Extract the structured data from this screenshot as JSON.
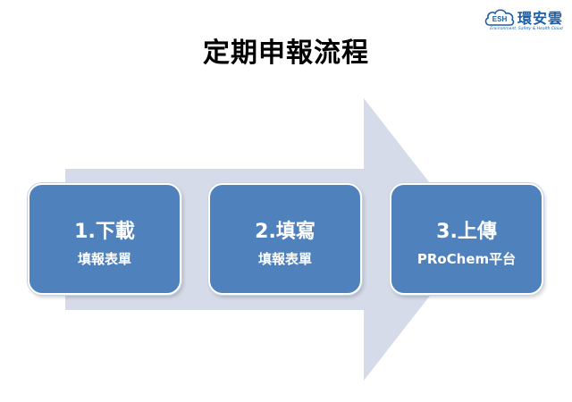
{
  "logo": {
    "badge_text": "ESH",
    "brand_text": "環安雲",
    "tagline": "Environment, Safety & Health Cloud"
  },
  "page_title": "定期申報流程",
  "steps": [
    {
      "title": "1.下載",
      "subtitle": "填報表單"
    },
    {
      "title": "2.填寫",
      "subtitle": "填報表單"
    },
    {
      "title": "3.上傳",
      "subtitle": "PRoChem平台"
    }
  ],
  "colors": {
    "step_fill": "#4f81bd",
    "step_border": "#ffffff",
    "arrow_fill": "#d5dbe8",
    "logo_blue": "#1a5ea8"
  }
}
